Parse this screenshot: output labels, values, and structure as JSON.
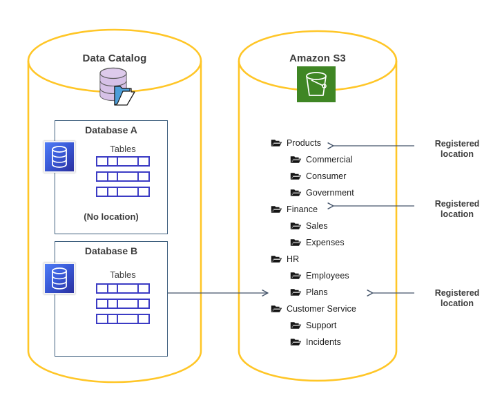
{
  "diagram": {
    "left_cylinder": {
      "title": "Data Catalog",
      "icon": "data-catalog-icon",
      "databases": [
        {
          "title": "Database A",
          "icon": "database-icon",
          "tables_label": "Tables",
          "table_count": 3,
          "location_note": "(No location)",
          "has_registered_location": false
        },
        {
          "title": "Database B",
          "icon": "database-icon",
          "tables_label": "Tables",
          "table_count": 3,
          "location_note": "",
          "has_registered_location": true
        }
      ]
    },
    "right_cylinder": {
      "title": "Amazon S3",
      "icon": "s3-bucket-icon",
      "tree": [
        {
          "label": "Products",
          "level": 0,
          "icon": "folder-icon"
        },
        {
          "label": "Commercial",
          "level": 1,
          "icon": "folder-icon"
        },
        {
          "label": "Consumer",
          "level": 1,
          "icon": "folder-icon"
        },
        {
          "label": "Government",
          "level": 1,
          "icon": "folder-icon"
        },
        {
          "label": "Finance",
          "level": 0,
          "icon": "folder-icon"
        },
        {
          "label": "Sales",
          "level": 1,
          "icon": "folder-icon"
        },
        {
          "label": "Expenses",
          "level": 1,
          "icon": "folder-icon"
        },
        {
          "label": "HR",
          "level": 0,
          "icon": "folder-icon"
        },
        {
          "label": "Employees",
          "level": 1,
          "icon": "folder-icon"
        },
        {
          "label": "Plans",
          "level": 1,
          "icon": "folder-icon"
        },
        {
          "label": "Customer Service",
          "level": 0,
          "icon": "folder-icon"
        },
        {
          "label": "Support",
          "level": 1,
          "icon": "folder-icon"
        },
        {
          "label": "Incidents",
          "level": 1,
          "icon": "folder-icon"
        }
      ]
    },
    "annotations": [
      {
        "line1": "Registered",
        "line2": "location",
        "target": "Products"
      },
      {
        "line1": "Registered",
        "line2": "location",
        "target": "Finance"
      },
      {
        "line1": "Registered",
        "line2": "location",
        "target": "Customer Service"
      }
    ],
    "colors": {
      "cylinder_stroke": "#FFC627",
      "db_box_stroke": "#3c5d7c",
      "table_stroke": "#3b3bc4",
      "s3_green": "#3f8624",
      "connector": "#44546a",
      "text": "#3d3d3d"
    }
  }
}
